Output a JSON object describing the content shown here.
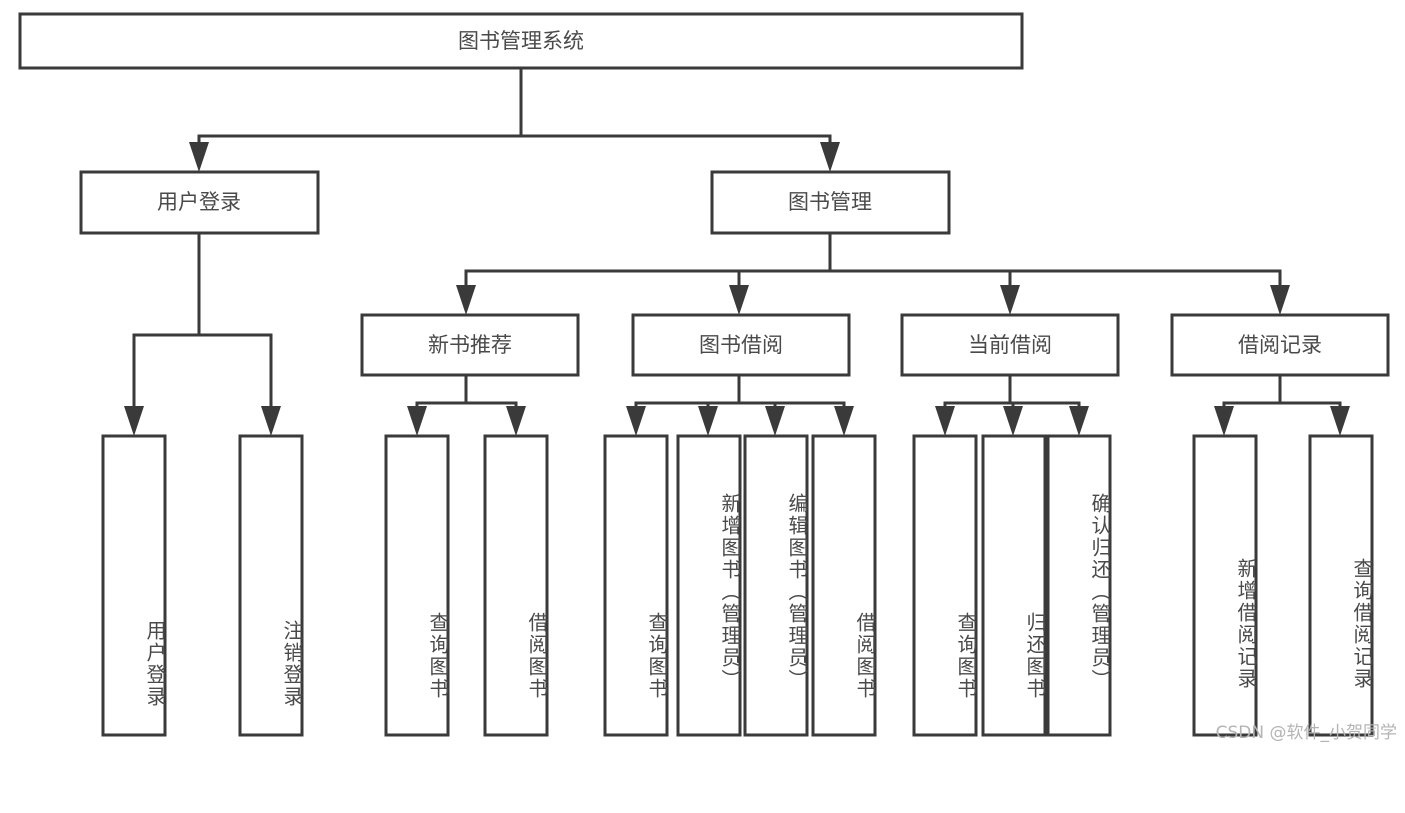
{
  "diagram": {
    "type": "tree-hierarchy-chart",
    "title": "图书管理系统",
    "watermark": "CSDN @软件_小贺同学",
    "colors": {
      "stroke": "#3a3a3a",
      "box_fill": "#ffffff",
      "text": "#4a4a4a",
      "watermark": "#b4b4b4",
      "background": "#ffffff"
    },
    "root": {
      "label": "图书管理系统",
      "children": [
        {
          "label": "用户登录",
          "children": [
            {
              "label": "用户登录"
            },
            {
              "label": "注销登录"
            }
          ]
        },
        {
          "label": "图书管理",
          "children": [
            {
              "label": "新书推荐",
              "children": [
                {
                  "label": "查询图书"
                },
                {
                  "label": "借阅图书"
                }
              ]
            },
            {
              "label": "图书借阅",
              "children": [
                {
                  "label": "查询图书"
                },
                {
                  "label": "新增图书（管理员）"
                },
                {
                  "label": "编辑图书（管理员）"
                },
                {
                  "label": "借阅图书"
                }
              ]
            },
            {
              "label": "当前借阅",
              "children": [
                {
                  "label": "查询图书"
                },
                {
                  "label": "归还图书"
                },
                {
                  "label": "确认归还（管理员）"
                }
              ]
            },
            {
              "label": "借阅记录",
              "children": [
                {
                  "label": "新增借阅记录"
                },
                {
                  "label": "查询借阅记录"
                }
              ]
            }
          ]
        }
      ]
    },
    "nodes": {
      "root_title": "图书管理系统",
      "l1_user_login": "用户登录",
      "l1_book_manage": "图书管理",
      "l2_new_book": "新书推荐",
      "l2_book_borrow": "图书借阅",
      "l2_current_borrow": "当前借阅",
      "l2_borrow_record": "借阅记录",
      "leaf_user_login": "用户登录",
      "leaf_logout": "注销登录",
      "leaf_query_book_1": "查询图书",
      "leaf_borrow_book_1": "借阅图书",
      "leaf_query_book_2": "查询图书",
      "leaf_add_book": "新增图书（管理员）",
      "leaf_edit_book": "编辑图书（管理员）",
      "leaf_borrow_book_2": "借阅图书",
      "leaf_query_book_3": "查询图书",
      "leaf_return_book": "归还图书",
      "leaf_confirm_return": "确认归还（管理员）",
      "leaf_add_record": "新增借阅记录",
      "leaf_query_record": "查询借阅记录"
    }
  }
}
